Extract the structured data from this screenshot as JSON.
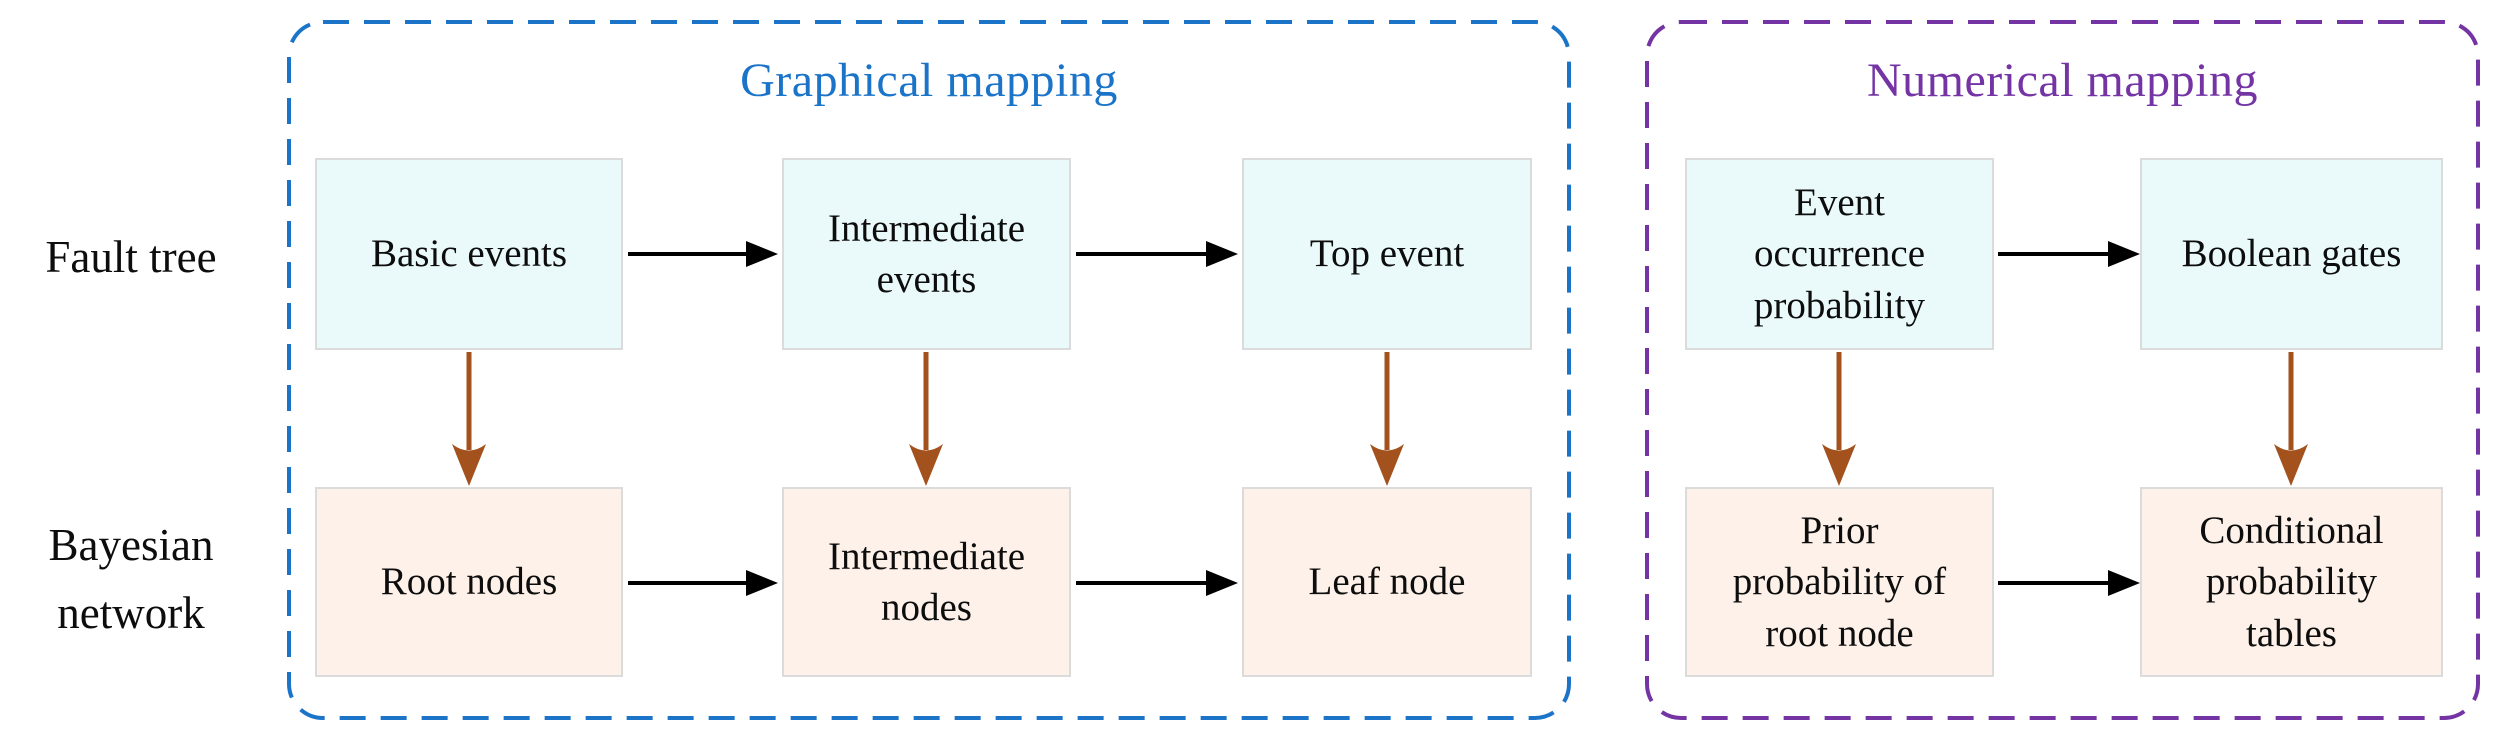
{
  "row_labels": {
    "top": "Fault tree",
    "bottom": "Bayesian network"
  },
  "graphical": {
    "title": "Graphical mapping",
    "top_row": [
      "Basic events",
      "Intermediate events",
      "Top event"
    ],
    "bottom_row": [
      "Root nodes",
      "Intermediate nodes",
      "Leaf node"
    ]
  },
  "numerical": {
    "title": "Numerical mapping",
    "top_row": [
      "Event occurrence probability",
      "Boolean gates"
    ],
    "bottom_row": [
      "Prior probability of root node",
      "Conditional probability tables"
    ]
  },
  "colors": {
    "graphical_accent": "#1B74C8",
    "numerical_accent": "#7434A4",
    "fault_tree_box_fill": "#EAFAFB",
    "bayesian_box_fill": "#FDF1E9",
    "box_border": "#DBDBDB",
    "mapping_arrow": "#A3521E",
    "flow_arrow": "#000000",
    "text": "#0D0D0D"
  }
}
